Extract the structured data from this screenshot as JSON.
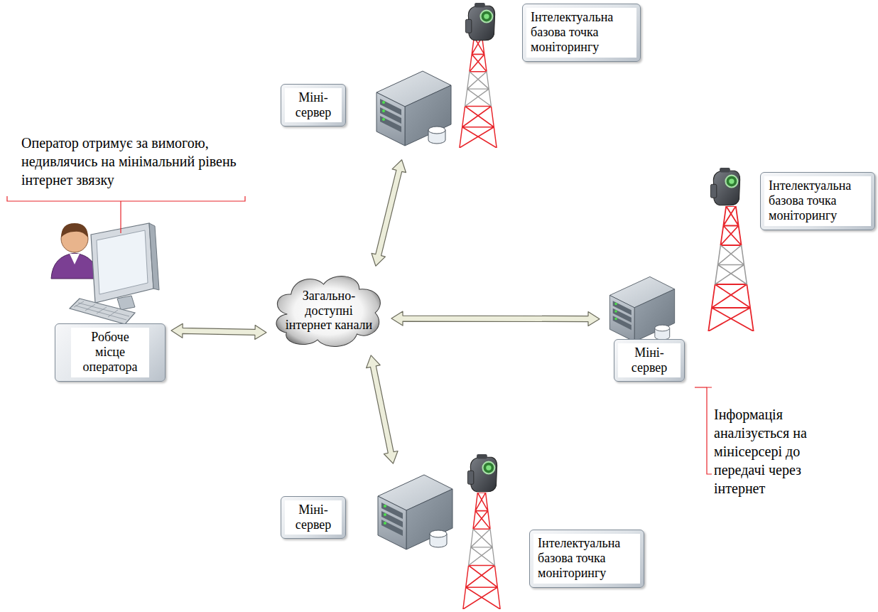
{
  "diagram": {
    "nodes": [
      {
        "text": [
          "Інтелектуальна базова точка моніторингу"
        ]
      },
      {
        "text": [
          "Міні-сервер"
        ]
      },
      {
        "text": [
          "Інтелектуальна базова точка моніторингу"
        ]
      },
      {
        "text": [
          "Робоче місце оператора"
        ]
      },
      {
        "text": [
          "Загально-доступні інтернет канали"
        ]
      },
      {
        "text": [
          "Міні-сервер"
        ]
      },
      {
        "text": [
          "Міні-сервер"
        ]
      },
      {
        "text": [
          "Інтелектуальна базова точка моніторингу"
        ]
      }
    ],
    "edges": [
      {
        "from": 3,
        "to": 4,
        "arrow": "both"
      },
      {
        "from": 4,
        "to": 1,
        "arrow": "both"
      },
      {
        "from": 4,
        "to": 5,
        "arrow": "both"
      },
      {
        "from": 4,
        "to": 6,
        "arrow": "both"
      }
    ],
    "labels": [
      "Оператор отримує за вимогою, недивлячись на мінімальний рівень інтернет звязку",
      "Інформація аналізується на мінісерсері до передачі через інтернет"
    ]
  }
}
